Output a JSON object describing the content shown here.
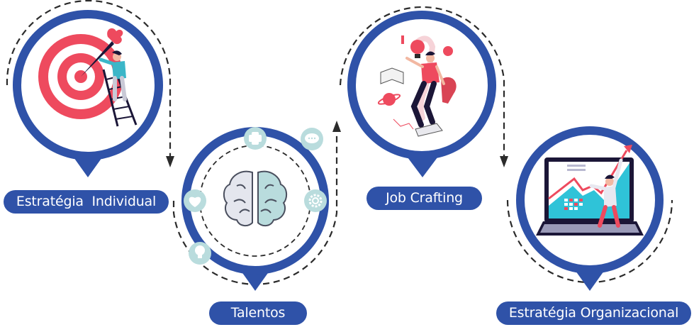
{
  "diagram": {
    "type": "process-flow",
    "colors": {
      "ring": "#2f52a8",
      "pill": "#2f52a8",
      "pill_text": "#ffffff",
      "dashed_path": "#2b2b2b",
      "accent_red": "#ee4a5e",
      "accent_teal": "#b9dcdd",
      "accent_cyan": "#2fc3d8",
      "dark_navy": "#1b1637"
    },
    "steps": [
      {
        "id": "step1",
        "label": "Estratégia  Individual",
        "illustration": "target-with-dart-ladder-icon"
      },
      {
        "id": "step2",
        "label": "Talentos",
        "illustration": "brain-with-orbit-icons",
        "orbit_icons": [
          "plus-icon",
          "chat-bubble-icon",
          "heart-icon",
          "gear-icon",
          "lightbulb-icon"
        ]
      },
      {
        "id": "step3",
        "label": "Job Crafting",
        "illustration": "person-with-ideas-icon"
      },
      {
        "id": "step4",
        "label": "Estratégia Organizacional",
        "illustration": "laptop-growth-chart-icon"
      }
    ],
    "connectors": [
      {
        "from": "step1",
        "to": "step2",
        "direction": "down"
      },
      {
        "from": "step2",
        "to": "step3",
        "direction": "up"
      },
      {
        "from": "step3",
        "to": "step4",
        "direction": "down"
      }
    ]
  }
}
